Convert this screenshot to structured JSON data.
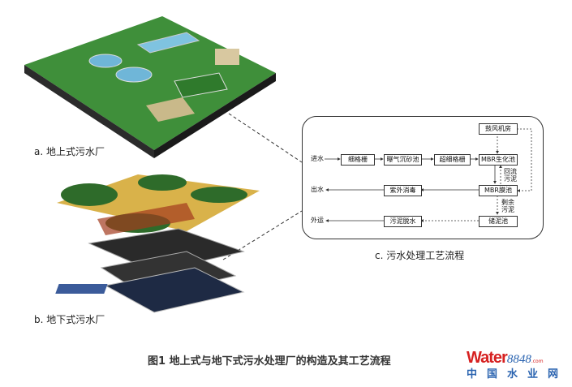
{
  "panels": {
    "a": "a. 地上式污水厂",
    "b": "b. 地下式污水厂",
    "c": "c. 污水处理工艺流程"
  },
  "flow": {
    "inflow": "进水",
    "outflow": "出水",
    "export": "外运",
    "boxes": {
      "blower": "鼓风机房",
      "fine_screen": "细格栅",
      "aerated_grit": "曝气沉砂池",
      "ultrafine_screen": "超细格栅",
      "mbr_bio": "MBR生化池",
      "mbr_membrane": "MBR膜池",
      "uv": "紫外消毒",
      "sludge_storage": "储泥池",
      "dewatering": "污泥脱水"
    },
    "return_sludge": "回流污泥",
    "excess_sludge": "剩余污泥"
  },
  "caption": "图1  地上式与地下式污水处理厂的构造及其工艺流程",
  "logo": {
    "brand": "Water",
    "number": "8848",
    "suffix": ".com",
    "cn": "中国水业网"
  }
}
